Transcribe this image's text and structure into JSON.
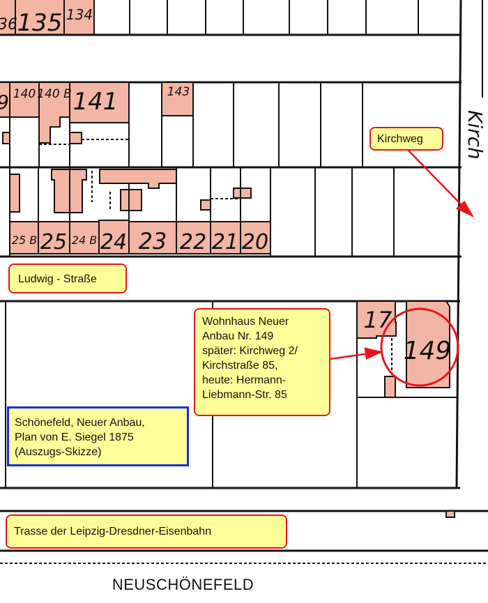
{
  "map": {
    "lot_numbers": {
      "top": [
        "36",
        "135",
        "134"
      ],
      "middle": [
        "9",
        "140",
        "140 B",
        "141",
        "143"
      ],
      "lower": [
        "25 B",
        "25",
        "24 B",
        "24",
        "23",
        "22",
        "21",
        "20"
      ],
      "south": [
        "17",
        "149"
      ]
    },
    "street_handwritten": "Kirch",
    "labels": {
      "kirchweg": "Kirchweg",
      "ludwig": "Ludwig - Straße",
      "wohnhaus": [
        "Wohnhaus Neuer",
        "Anbau Nr. 149",
        "später: Kirchweg 2/",
        "Kirchstraße 85,",
        "heute: Hermann-",
        "Liebmann-Str. 85"
      ],
      "caption": [
        "Schönefeld, Neuer Anbau,",
        "Plan von E. Siegel 1875",
        "(Auszugs-Skizze)"
      ],
      "railway": "Trasse der Leipzig-Dresdner-Eisenbahn"
    },
    "bottom_title": "NEUSCHÖNEFELD",
    "colors": {
      "lot": "#f4b6a4",
      "callout_fill": "#ffff99",
      "callout_border": "#e8141c",
      "caption_border": "#1530e0",
      "highlight": "#e8141c"
    }
  }
}
